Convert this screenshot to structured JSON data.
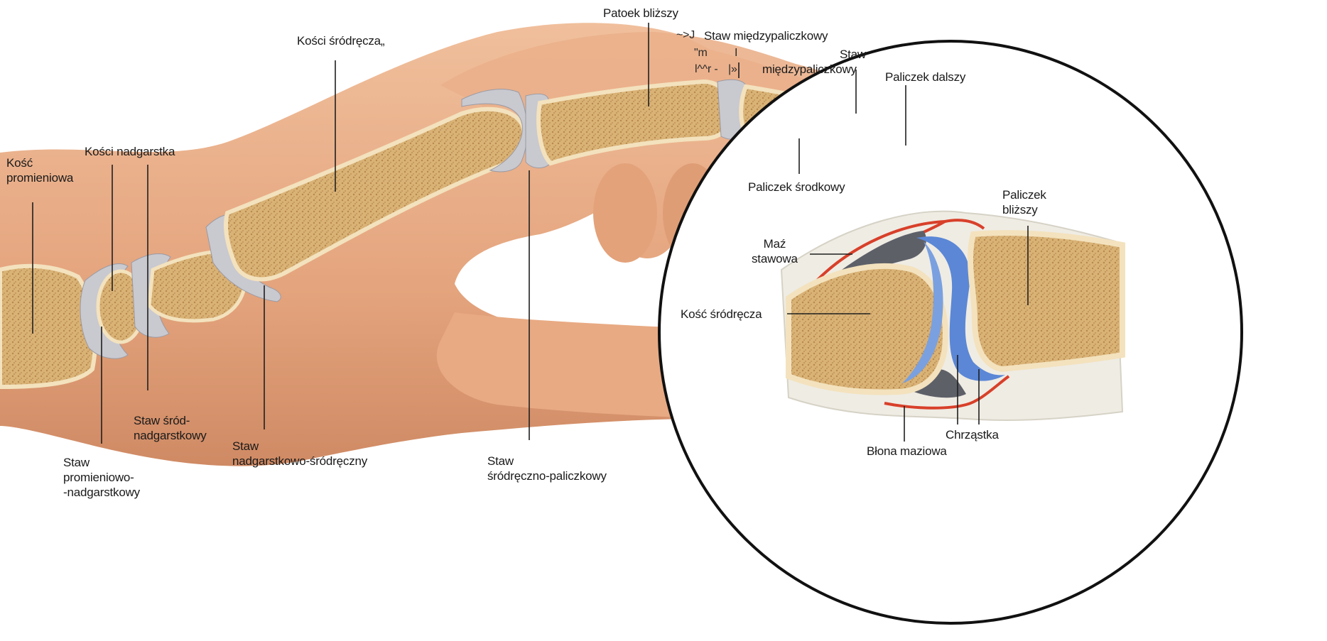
{
  "labels": {
    "proximal_phalanx_top": "Patoek bliższy",
    "metacarpals": "Kości śródręcza„",
    "ip_joint_top_prefix": "~>J",
    "ip_joint_top": "Staw międzypaliczkowy",
    "ocr_m": "\"m",
    "ocr_pipe": "I",
    "ocr_r": "l^^r -",
    "ocr_r2": "|»",
    "ip_joint_mid": "międzypaliczkowy",
    "ip_joint_right": "Staw",
    "distal_phalanx": "Paliczek dalszy",
    "radius": [
      "Kość",
      "promieniowa"
    ],
    "carpals": "Kości nadgarstka",
    "middle_phalanx": "Paliczek środkowy",
    "proximal_phalanx_inset": [
      "Paliczek",
      "bliższy"
    ],
    "synovial_fluid": [
      "Maź",
      "stawowa"
    ],
    "metacarpal_inset": "Kość śródręcza",
    "midcarpal_joint": [
      "Staw śród-",
      "nadgarstkowy"
    ],
    "cmc_joint": [
      "Staw",
      "nadgarstkowo-śródręczny"
    ],
    "mcp_joint": [
      "Staw",
      "śródręczno-paliczkowy"
    ],
    "radiocarpal_joint": [
      "Staw",
      "promieniowo-",
      "-nadgarstkowy"
    ],
    "synovial_membrane": "Błona maziowa",
    "cartilage": "Chrząstka"
  },
  "colors": {
    "skin": "#e9b08a",
    "skin_shadow": "#cf8a64",
    "skin_light": "#f5cdb0",
    "bone": "#d9b276",
    "bone_spongy": "#c89a5c",
    "bone_cortex": "#f3e2bd",
    "cartilage": "#c9c9d0",
    "cartilage_blue": "#5b87d6",
    "synovial_membrane": "#d8402a",
    "synovial_fluid": "#5e6068",
    "leader": "#1f1f1f"
  }
}
